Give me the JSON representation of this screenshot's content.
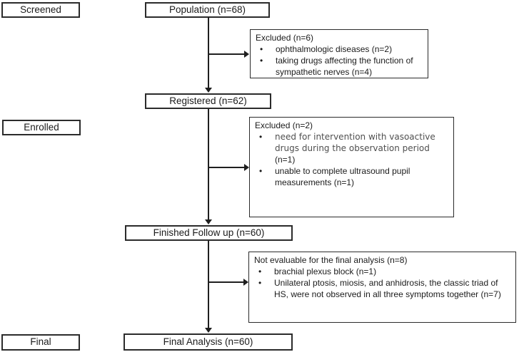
{
  "diagram": {
    "stage_labels": [
      {
        "label": "Screened"
      },
      {
        "label": "Enrolled"
      },
      {
        "label": "Final"
      }
    ],
    "flow_boxes": [
      {
        "label": "Population (n=68)"
      },
      {
        "label": "Registered (n=62)"
      },
      {
        "label": "Finished Follow up (n=60)"
      },
      {
        "label": "Final Analysis (n=60)"
      }
    ],
    "side_boxes": [
      {
        "title": "Excluded (n=6)",
        "bullets": [
          {
            "text": "ophthalmologic diseases (n=2)"
          },
          {
            "text": "taking drugs affecting the function of sympathetic nerves (n=4)"
          }
        ]
      },
      {
        "title": "Excluded (n=2)",
        "bullets": [
          {
            "muted_text": "need for intervention with vasoactive drugs during the observation period",
            "text": "(n=1)"
          },
          {
            "text": "unable to complete ultrasound pupil measurements (n=1)"
          }
        ]
      },
      {
        "title": "Not evaluable for the final analysis (n=8)",
        "bullets": [
          {
            "text": "brachial plexus block (n=1)"
          },
          {
            "text": "Unilateral ptosis, miosis, and anhidrosis, the classic triad of HS, were not observed in all three symptoms together (n=7)"
          }
        ]
      }
    ],
    "glyphs": {
      "bullet": "•"
    },
    "colors": {
      "box_border": "#2b2b2b",
      "line": "#1f1f1f",
      "text": "#1b1b1b",
      "muted_text": "#4f4f4f",
      "background": "#ffffff"
    }
  }
}
